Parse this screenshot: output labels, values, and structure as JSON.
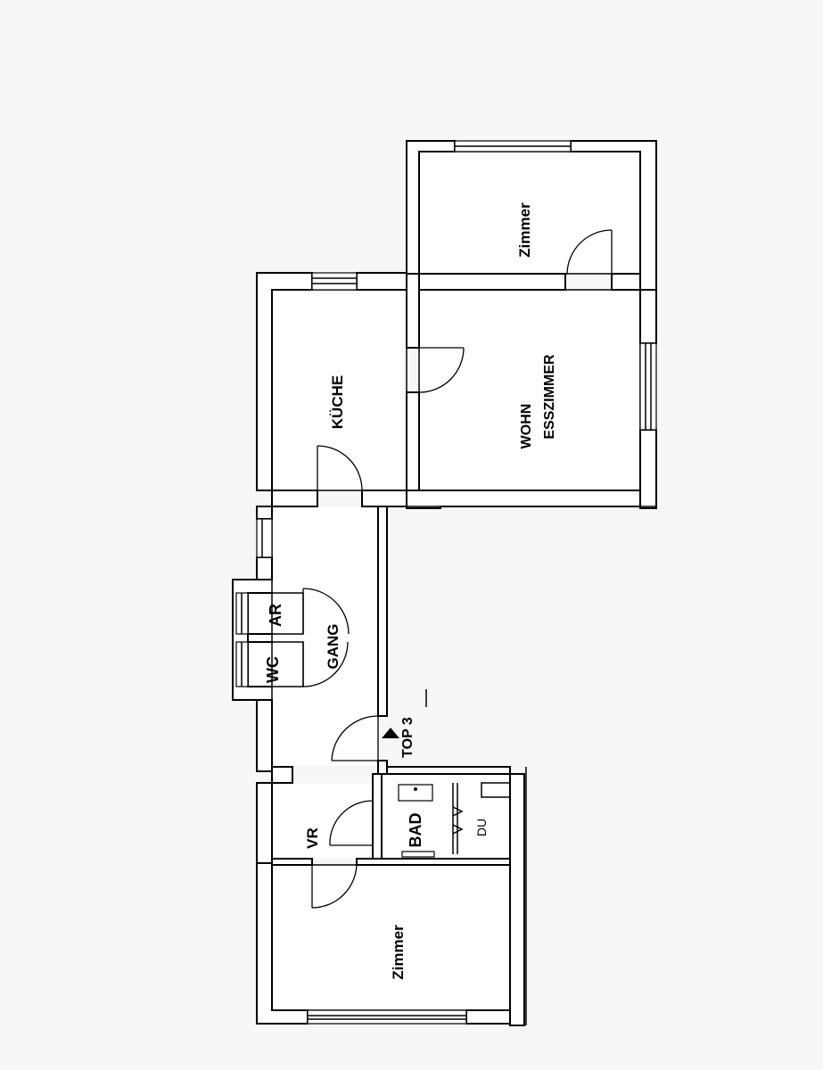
{
  "rooms": {
    "zimmer_top": "Zimmer",
    "kueche": "KÜCHE",
    "wohn_line1": "WOHN",
    "wohn_line2": "ESSZIMMER",
    "ar": "AR",
    "wc": "WC",
    "gang": "GANG",
    "top": "TOP 3",
    "vr": "VR",
    "bad": "BAD",
    "du": "DU",
    "zimmer_bottom": "Zimmer"
  },
  "colors": {
    "background": "#f7f7f7",
    "room_fill": "#ffffff",
    "wall": "#000000"
  }
}
